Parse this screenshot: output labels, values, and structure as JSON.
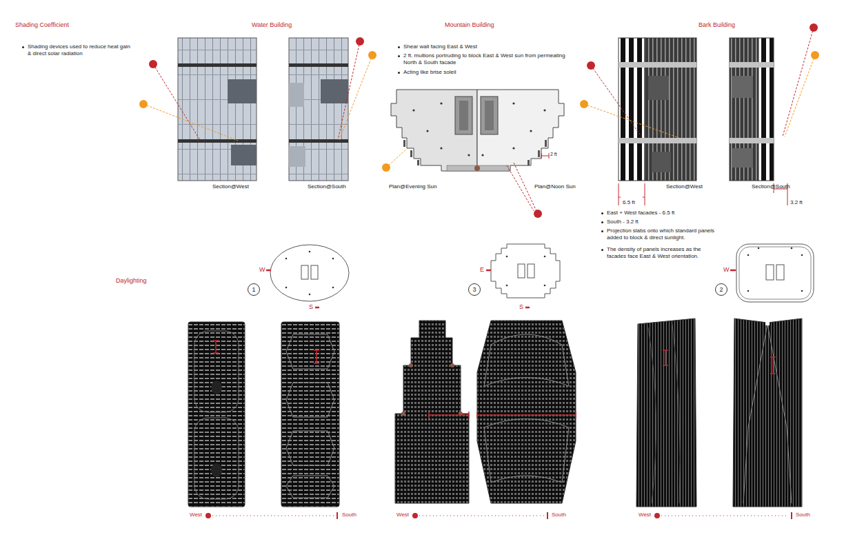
{
  "diagram": {
    "nodes": [
      {
        "text": [
          "1"
        ]
      },
      {
        "text": [
          "3"
        ]
      },
      {
        "text": [
          "2"
        ]
      }
    ],
    "labels": [
      "Shading Coefficient",
      "Shading devices used to reduce heat gain & direct solar radiation",
      "Water Building",
      "Mountain Building",
      "Bark Building",
      "Shear wall facing East & West",
      "2 ft. mullions portruding to block East & West sun from permeating North & South facade",
      "Acting like brise soleil",
      "Section@West",
      "Section@South",
      "Plan@Evening Sun",
      "2 ft",
      "Plan@Noon Sun",
      "Section@West",
      "Section@South",
      "6.5 ft",
      "3.2 ft",
      "East + West facades - 6.5 ft",
      "South - 3.2 ft",
      "Projection slabs onto which standard panels added to block & direct sunlight.",
      "The density of panels increases as the facades face East & West orientation.",
      "Daylighting",
      "W",
      "S",
      "E",
      "S",
      "W",
      "West",
      "South",
      "West",
      "South",
      "West",
      "South"
    ]
  }
}
